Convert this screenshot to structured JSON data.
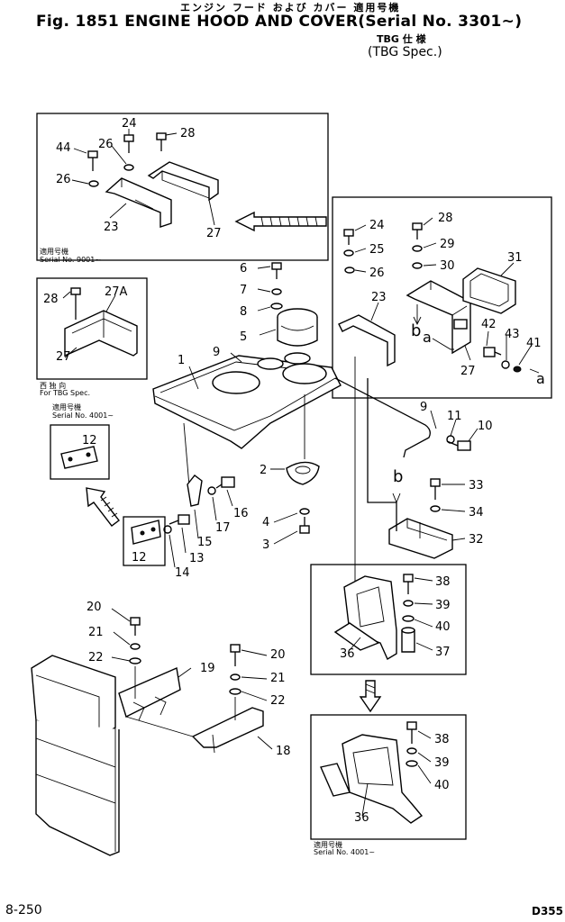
{
  "header": {
    "title_jp": "エンジン フード および カバー  適用号機",
    "title": "Fig. 1851 ENGINE HOOD AND COVER(Serial No. 3301~)",
    "tbg_jp": "TBG 仕 様",
    "tbg_en": "(TBG Spec.)"
  },
  "footer": {
    "page": "8-250",
    "model": "D355"
  },
  "notes": {
    "top_left": [
      "適用号機",
      "Serial No. 9001~"
    ],
    "tbg_box": [
      "西 独 向",
      "For TBG Spec."
    ],
    "plate_box": [
      "適用号機",
      "Serial No. 4001~"
    ],
    "bottom_right": [
      "適用号機",
      "Serial No. 4001~"
    ]
  },
  "callouts": {
    "a": "a",
    "b": "b",
    "p1": "1",
    "p2": "2",
    "p3": "3",
    "p4": "4",
    "p5": "5",
    "p6": "6",
    "p7": "7",
    "p8": "8",
    "p9": "9",
    "p10": "10",
    "p11": "11",
    "p12": "12",
    "p13": "13",
    "p14": "14",
    "p15": "15",
    "p16": "16",
    "p17": "17",
    "p18": "18",
    "p19": "19",
    "p20": "20",
    "p21": "21",
    "p22": "22",
    "p23": "23",
    "p24": "24",
    "p25": "25",
    "p26": "26",
    "p27": "27",
    "p27a": "27A",
    "p28": "28",
    "p29": "29",
    "p30": "30",
    "p31": "31",
    "p32": "32",
    "p33": "33",
    "p34": "34",
    "p36": "36",
    "p37": "37",
    "p38": "38",
    "p39": "39",
    "p40": "40",
    "p41": "41",
    "p42": "42",
    "p43": "43",
    "p44": "44"
  }
}
